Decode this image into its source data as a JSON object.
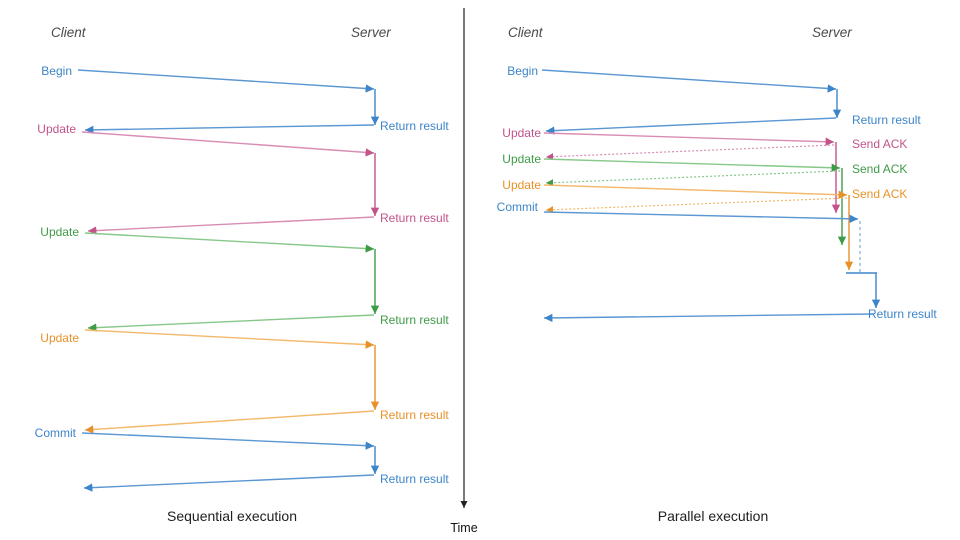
{
  "figure": {
    "title_left": "Sequential execution",
    "title_right": "Parallel execution",
    "time_axis_label": "Time",
    "time_axis_color": "#222222",
    "divider_color": "#3a3a3a"
  },
  "colors": {
    "blue": "#3d85c8",
    "blue_light": "#7eadde",
    "pink": "#c2548a",
    "pink_light": "#d98cb4",
    "green": "#3f9b46",
    "green_light": "#86c887",
    "orange": "#e8912a",
    "orange_light": "#f3b86a",
    "actor": "#4a4a4a",
    "caption": "#202020"
  },
  "left_panel": {
    "name": "Sequential execution",
    "client_label": "Client",
    "server_label": "Server",
    "messages": [
      {
        "label": "Begin",
        "side": "client",
        "color": "blue"
      },
      {
        "label": "Return result",
        "side": "server",
        "color": "blue"
      },
      {
        "label": "Update",
        "side": "client",
        "color": "pink"
      },
      {
        "label": "Return result",
        "side": "server",
        "color": "pink"
      },
      {
        "label": "Update",
        "side": "client",
        "color": "green"
      },
      {
        "label": "Return result",
        "side": "server",
        "color": "green"
      },
      {
        "label": "Update",
        "side": "client",
        "color": "orange"
      },
      {
        "label": "Return result",
        "side": "server",
        "color": "orange"
      },
      {
        "label": "Commit",
        "side": "client",
        "color": "blue"
      },
      {
        "label": "Return result",
        "side": "server",
        "color": "blue"
      }
    ],
    "labels": {
      "begin": "Begin",
      "update_1": "Update",
      "update_2": "Update",
      "update_3": "Update",
      "commit": "Commit",
      "return_1": "Return result",
      "return_2": "Return result",
      "return_3": "Return result",
      "return_4": "Return result",
      "return_5": "Return result"
    }
  },
  "right_panel": {
    "name": "Parallel execution",
    "client_label": "Client",
    "server_label": "Server",
    "messages": [
      {
        "label": "Begin",
        "side": "client",
        "color": "blue"
      },
      {
        "label": "Return result",
        "side": "server",
        "color": "blue"
      },
      {
        "label": "Update",
        "side": "client",
        "color": "pink"
      },
      {
        "label": "Send ACK",
        "side": "server",
        "color": "pink"
      },
      {
        "label": "Update",
        "side": "client",
        "color": "green"
      },
      {
        "label": "Send ACK",
        "side": "server",
        "color": "green"
      },
      {
        "label": "Update",
        "side": "client",
        "color": "orange"
      },
      {
        "label": "Send ACK",
        "side": "server",
        "color": "orange"
      },
      {
        "label": "Commit",
        "side": "client",
        "color": "blue"
      },
      {
        "label": "Return result",
        "side": "server",
        "color": "blue"
      }
    ],
    "labels": {
      "begin": "Begin",
      "update_1": "Update",
      "update_2": "Update",
      "update_3": "Update",
      "commit": "Commit",
      "return_1": "Return result",
      "ack_1": "Send ACK",
      "ack_2": "Send ACK",
      "ack_3": "Send ACK",
      "return_2": "Return result"
    }
  }
}
